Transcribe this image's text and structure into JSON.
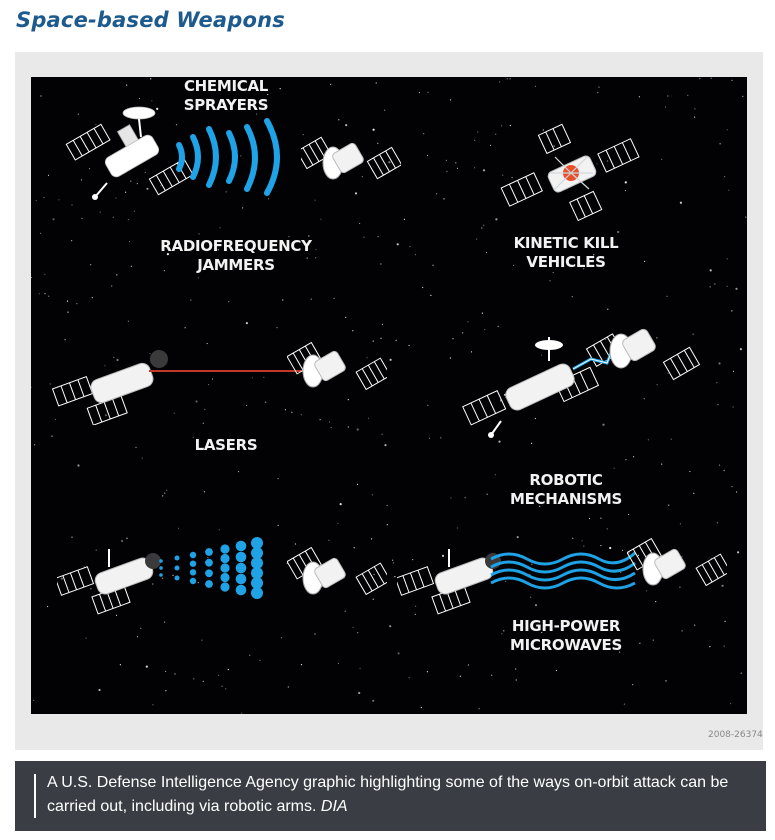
{
  "header": {
    "title": "Space-based Weapons"
  },
  "graphic": {
    "labels": {
      "rf_jammers": [
        "RADIOFREQUENCY",
        "JAMMERS"
      ],
      "kinetic_kill": [
        "KINETIC KILL",
        "VEHICLES"
      ],
      "lasers": [
        "LASERS"
      ],
      "robotic": [
        "ROBOTIC",
        "MECHANISMS"
      ],
      "chemical": [
        "CHEMICAL",
        "SPRAYERS"
      ],
      "microwaves": [
        "HIGH-POWER",
        "MICROWAVES"
      ]
    },
    "image_code": "2008-26374",
    "colors": {
      "background": "#020204",
      "accent_blue": "#1fa3e6",
      "laser_red": "#c0392b",
      "impact_orange": "#e8502a"
    }
  },
  "caption": {
    "text": "A U.S. Defense Intelligence Agency graphic highlighting some of the ways on-orbit attack can be carried out, including via robotic arms.",
    "credit": "DIA"
  }
}
